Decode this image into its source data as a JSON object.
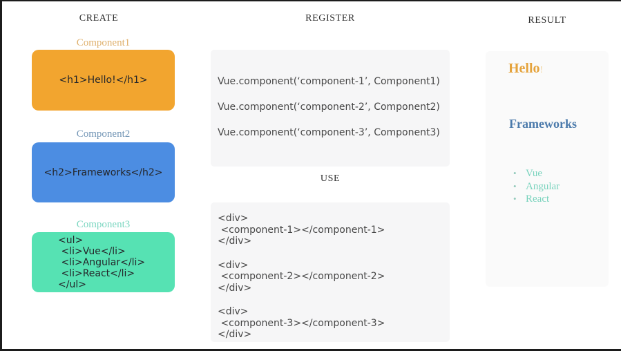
{
  "diagram": {
    "create": {
      "header": "CREATE",
      "components": [
        {
          "label": "Component1",
          "code": "<h1>Hello!</h1>",
          "box_color": "#f2a52f",
          "label_color": "#dfb06c"
        },
        {
          "label": "Component2",
          "code": "<h2>Frameworks</h2>",
          "box_color": "#4c8de2",
          "label_color": "#7295b5"
        },
        {
          "label": "Component3",
          "code": "<ul>\n <li>Vue</li>\n <li>Angular</li>\n <li>React</li>\n</ul>",
          "box_color": "#56e2b3",
          "label_color": "#7bd6c0"
        }
      ]
    },
    "register": {
      "header": "REGISTER",
      "lines": [
        "Vue.component(‘component-1’, Component1)",
        "Vue.component(‘component-2’, Component2)",
        "Vue.component(‘component-3’, Component3)"
      ]
    },
    "use": {
      "header": "USE",
      "blocks": [
        "<div>\n <component-1></component-1>\n</div>",
        "<div>\n <component-2></component-2>\n</div>",
        "<div>\n <component-3></component-3>\n</div>"
      ]
    },
    "result": {
      "header": "RESULT",
      "heading1": "Hello",
      "heading1_mark": "!",
      "heading1_color": "#e5a33c",
      "heading2": "Frameworks",
      "heading2_color": "#4b7aab",
      "list": [
        "Vue",
        "Angular",
        "React"
      ],
      "list_color": "#79d3bd"
    }
  }
}
